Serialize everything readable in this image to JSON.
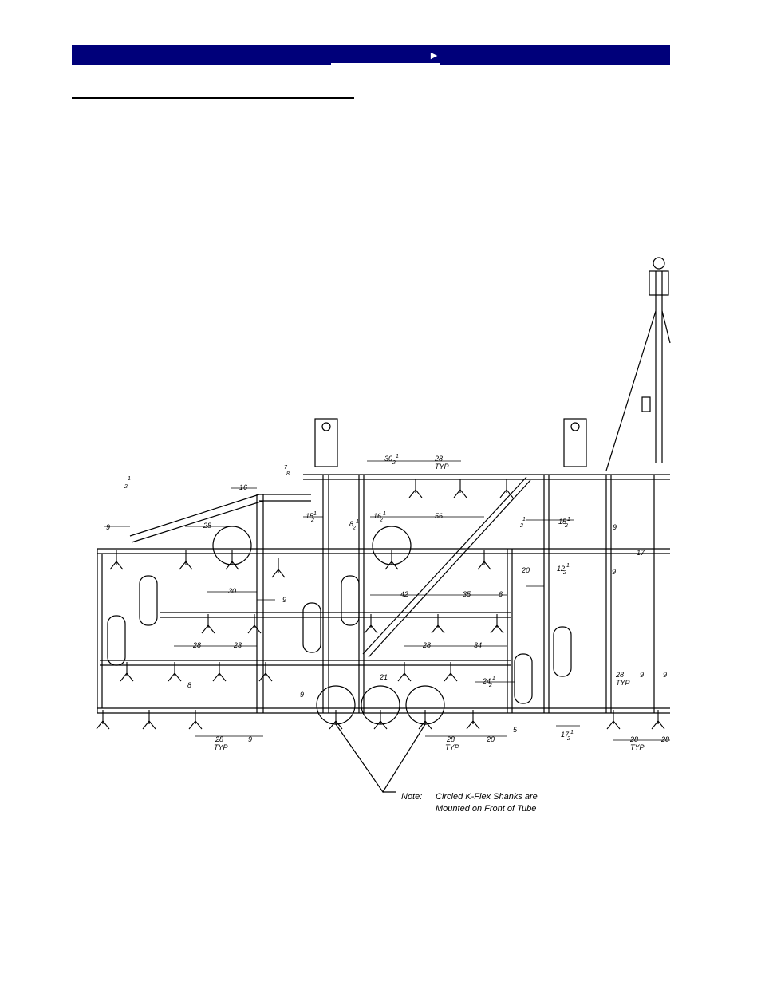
{
  "header": {
    "nav_arrow": "►",
    "colors": {
      "bar": "#00007a",
      "arrow": "#ffffff"
    }
  },
  "drawing": {
    "dimensions": [
      "30",
      "28",
      "TYP",
      "16",
      "28",
      "9",
      "30",
      "9",
      "28",
      "23",
      "8",
      "28",
      "TYP",
      "9",
      "15",
      "8",
      "16",
      "56",
      "42",
      "35",
      "6",
      "28",
      "34",
      "21",
      "24",
      "9",
      "28",
      "TYP",
      "20",
      "5",
      "20",
      "12",
      "15",
      "9",
      "17",
      "28",
      "TYP",
      "28",
      "9",
      "9",
      "17",
      "TYP",
      "28",
      "9"
    ],
    "fractions": [
      "1",
      "2",
      "7",
      "8",
      "1",
      "2",
      "1",
      "2",
      "1",
      "2",
      "1",
      "2",
      "1",
      "2",
      "1",
      "2",
      "1",
      "2",
      "1",
      "2",
      "1",
      "2"
    ],
    "note_label": "Note:",
    "note_line1": "Circled K-Flex Shanks are",
    "note_line2": "Mounted on Front of Tube"
  }
}
